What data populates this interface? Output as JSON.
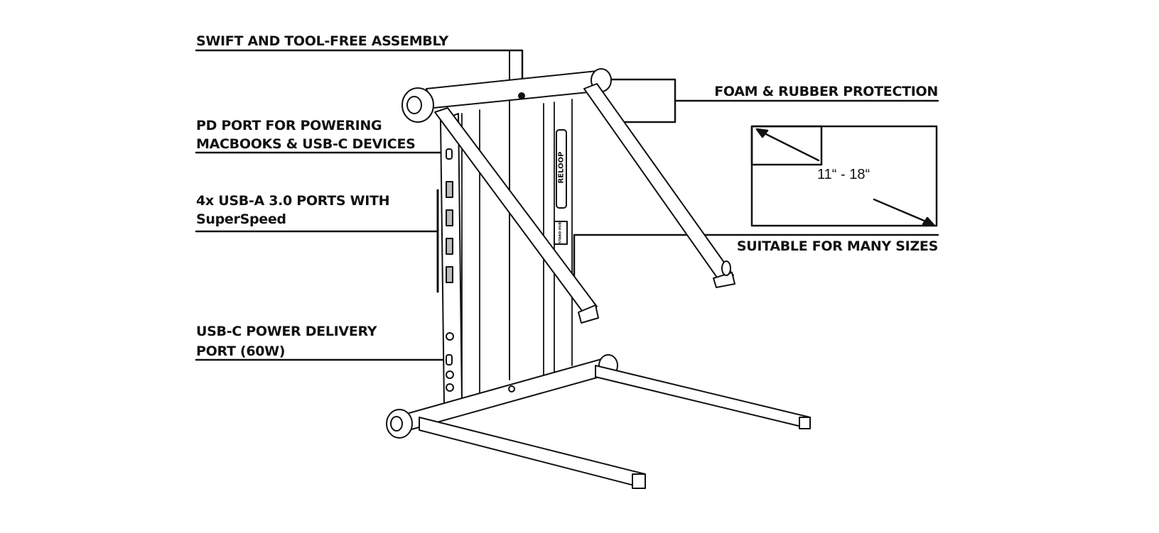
{
  "callouts": {
    "assembly": "SWIFT AND TOOL-FREE ASSEMBLY",
    "pd_port_line1": "PD PORT FOR POWERING",
    "pd_port_line2": "MACBOOKS & USB-C DEVICES",
    "usb_a_line1": "4x USB-A 3.0 PORTS WITH",
    "usb_a_line2": "SuperSpeed",
    "usb_c_line1": "USB-C POWER DELIVERY",
    "usb_c_line2": "PORT (60W)",
    "foam": "FOAM & RUBBER PROTECTION",
    "sizes": "SUITABLE FOR MANY SIZES"
  },
  "size_range": "11“ - 18“",
  "brand_mark": "RELOOP",
  "hub_mark": "STAND HUB",
  "colors": {
    "line": "#111111",
    "background": "#ffffff"
  }
}
